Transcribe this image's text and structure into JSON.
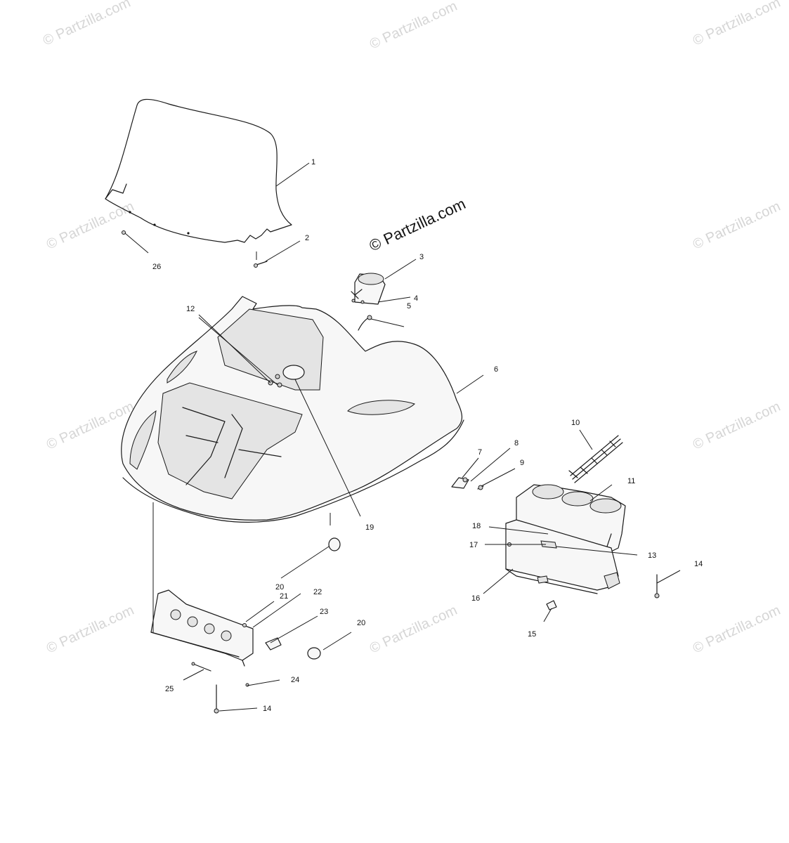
{
  "watermark": {
    "repeat_text": "© Partzilla.com",
    "main_text": "© Partzilla.com"
  },
  "callouts": [
    "1",
    "2",
    "3",
    "4",
    "5",
    "6",
    "7",
    "8",
    "9",
    "10",
    "11",
    "12",
    "13",
    "14",
    "14",
    "15",
    "16",
    "17",
    "18",
    "19",
    "20",
    "20",
    "21",
    "22",
    "23",
    "24",
    "25",
    "26"
  ]
}
